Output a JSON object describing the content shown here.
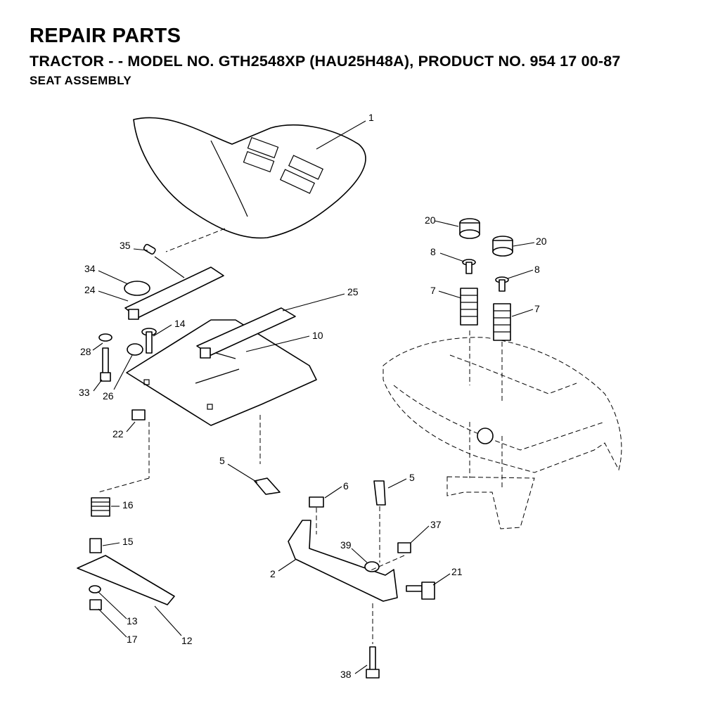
{
  "header": {
    "title": "REPAIR PARTS",
    "subtitle": "TRACTOR - - MODEL NO. GTH2548XP (HAU25H48A), PRODUCT NO. 954 17 00-87",
    "section": "SEAT ASSEMBLY"
  },
  "callouts": {
    "c1": "1",
    "c2": "2",
    "c5a": "5",
    "c5b": "5",
    "c6": "6",
    "c7a": "7",
    "c7b": "7",
    "c8a": "8",
    "c8b": "8",
    "c10": "10",
    "c12": "12",
    "c13": "13",
    "c14": "14",
    "c15": "15",
    "c16": "16",
    "c17": "17",
    "c20a": "20",
    "c20b": "20",
    "c21": "21",
    "c22": "22",
    "c24": "24",
    "c25": "25",
    "c26": "26",
    "c28": "28",
    "c33": "33",
    "c34": "34",
    "c35": "35",
    "c37": "37",
    "c38": "38",
    "c39": "39"
  }
}
